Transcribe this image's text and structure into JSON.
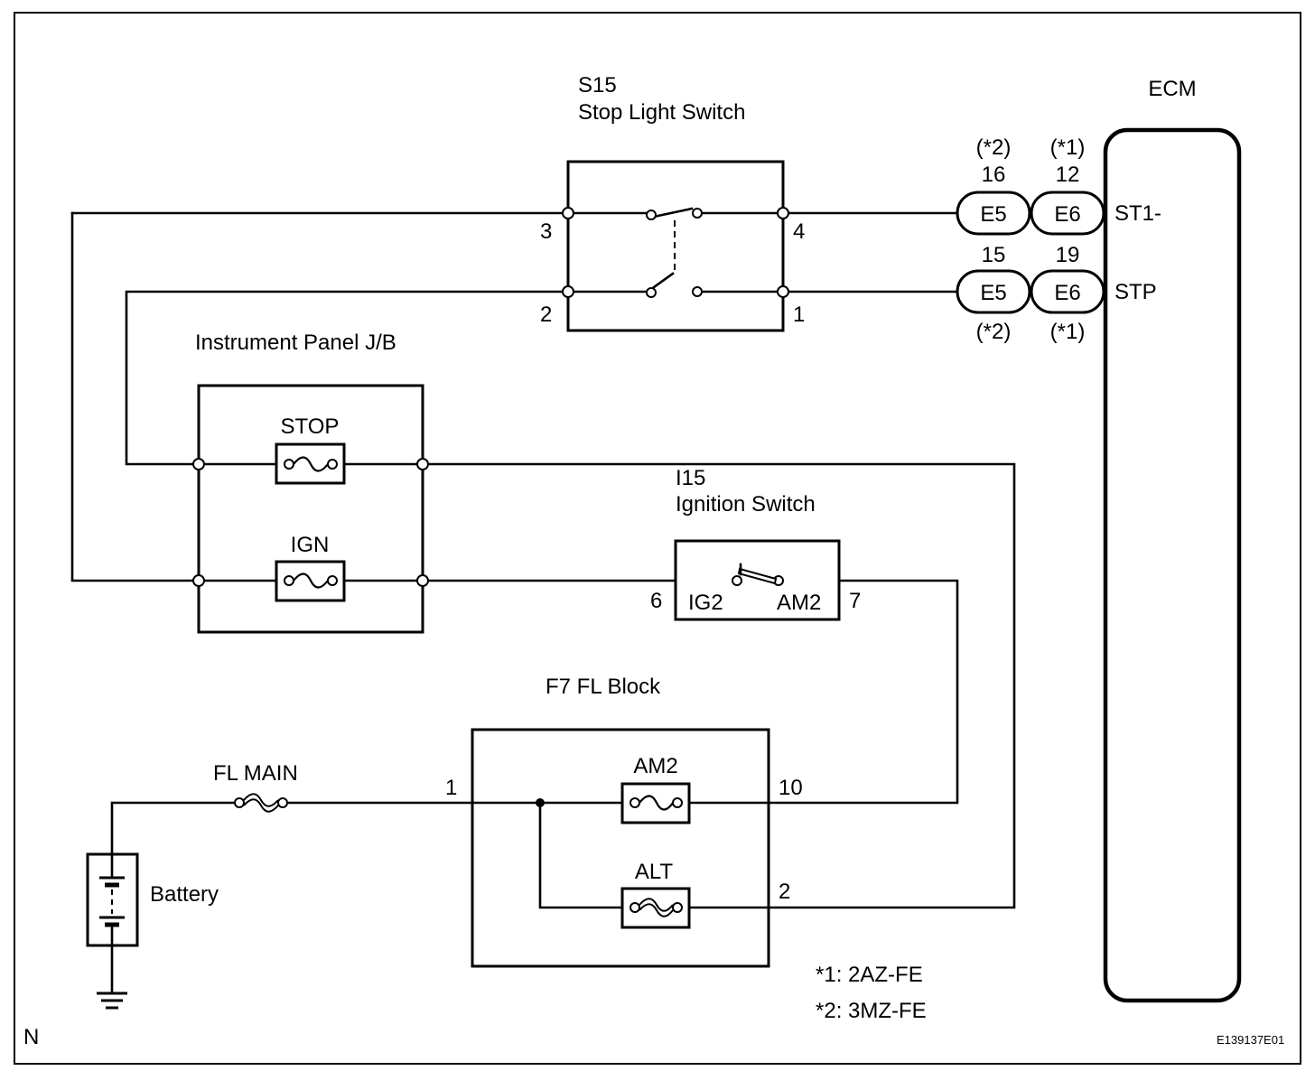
{
  "ecm": {
    "title": "ECM",
    "pin_st1": "ST1-",
    "pin_stp": "STP"
  },
  "stop_switch": {
    "code": "S15",
    "name": "Stop Light Switch",
    "pin3": "3",
    "pin4": "4",
    "pin2": "2",
    "pin1": "1"
  },
  "connectors": {
    "top_note_e5": "(*2)",
    "top_note_e6": "(*1)",
    "top_pin_e5": "16",
    "top_pin_e6": "12",
    "top_label_e5": "E5",
    "top_label_e6": "E6",
    "bot_pin_e5": "15",
    "bot_pin_e6": "19",
    "bot_label_e5": "E5",
    "bot_label_e6": "E6",
    "bot_note_e5": "(*2)",
    "bot_note_e6": "(*1)"
  },
  "jb": {
    "name": "Instrument Panel J/B",
    "fuse_stop": "STOP",
    "fuse_ign": "IGN"
  },
  "ignition": {
    "code": "I15",
    "name": "Ignition Switch",
    "pin6": "6",
    "pin7": "7",
    "term_ig2": "IG2",
    "term_am2": "AM2"
  },
  "fl_block": {
    "name": "F7  FL Block",
    "fuse_am2": "AM2",
    "fuse_alt": "ALT",
    "pin1": "1",
    "pin10": "10",
    "pin2": "2"
  },
  "fl_main": "FL MAIN",
  "battery": "Battery",
  "notes": {
    "n1": "*1: 2AZ-FE",
    "n2": "*2: 3MZ-FE"
  },
  "corner_left": "N",
  "corner_right": "E139137E01"
}
